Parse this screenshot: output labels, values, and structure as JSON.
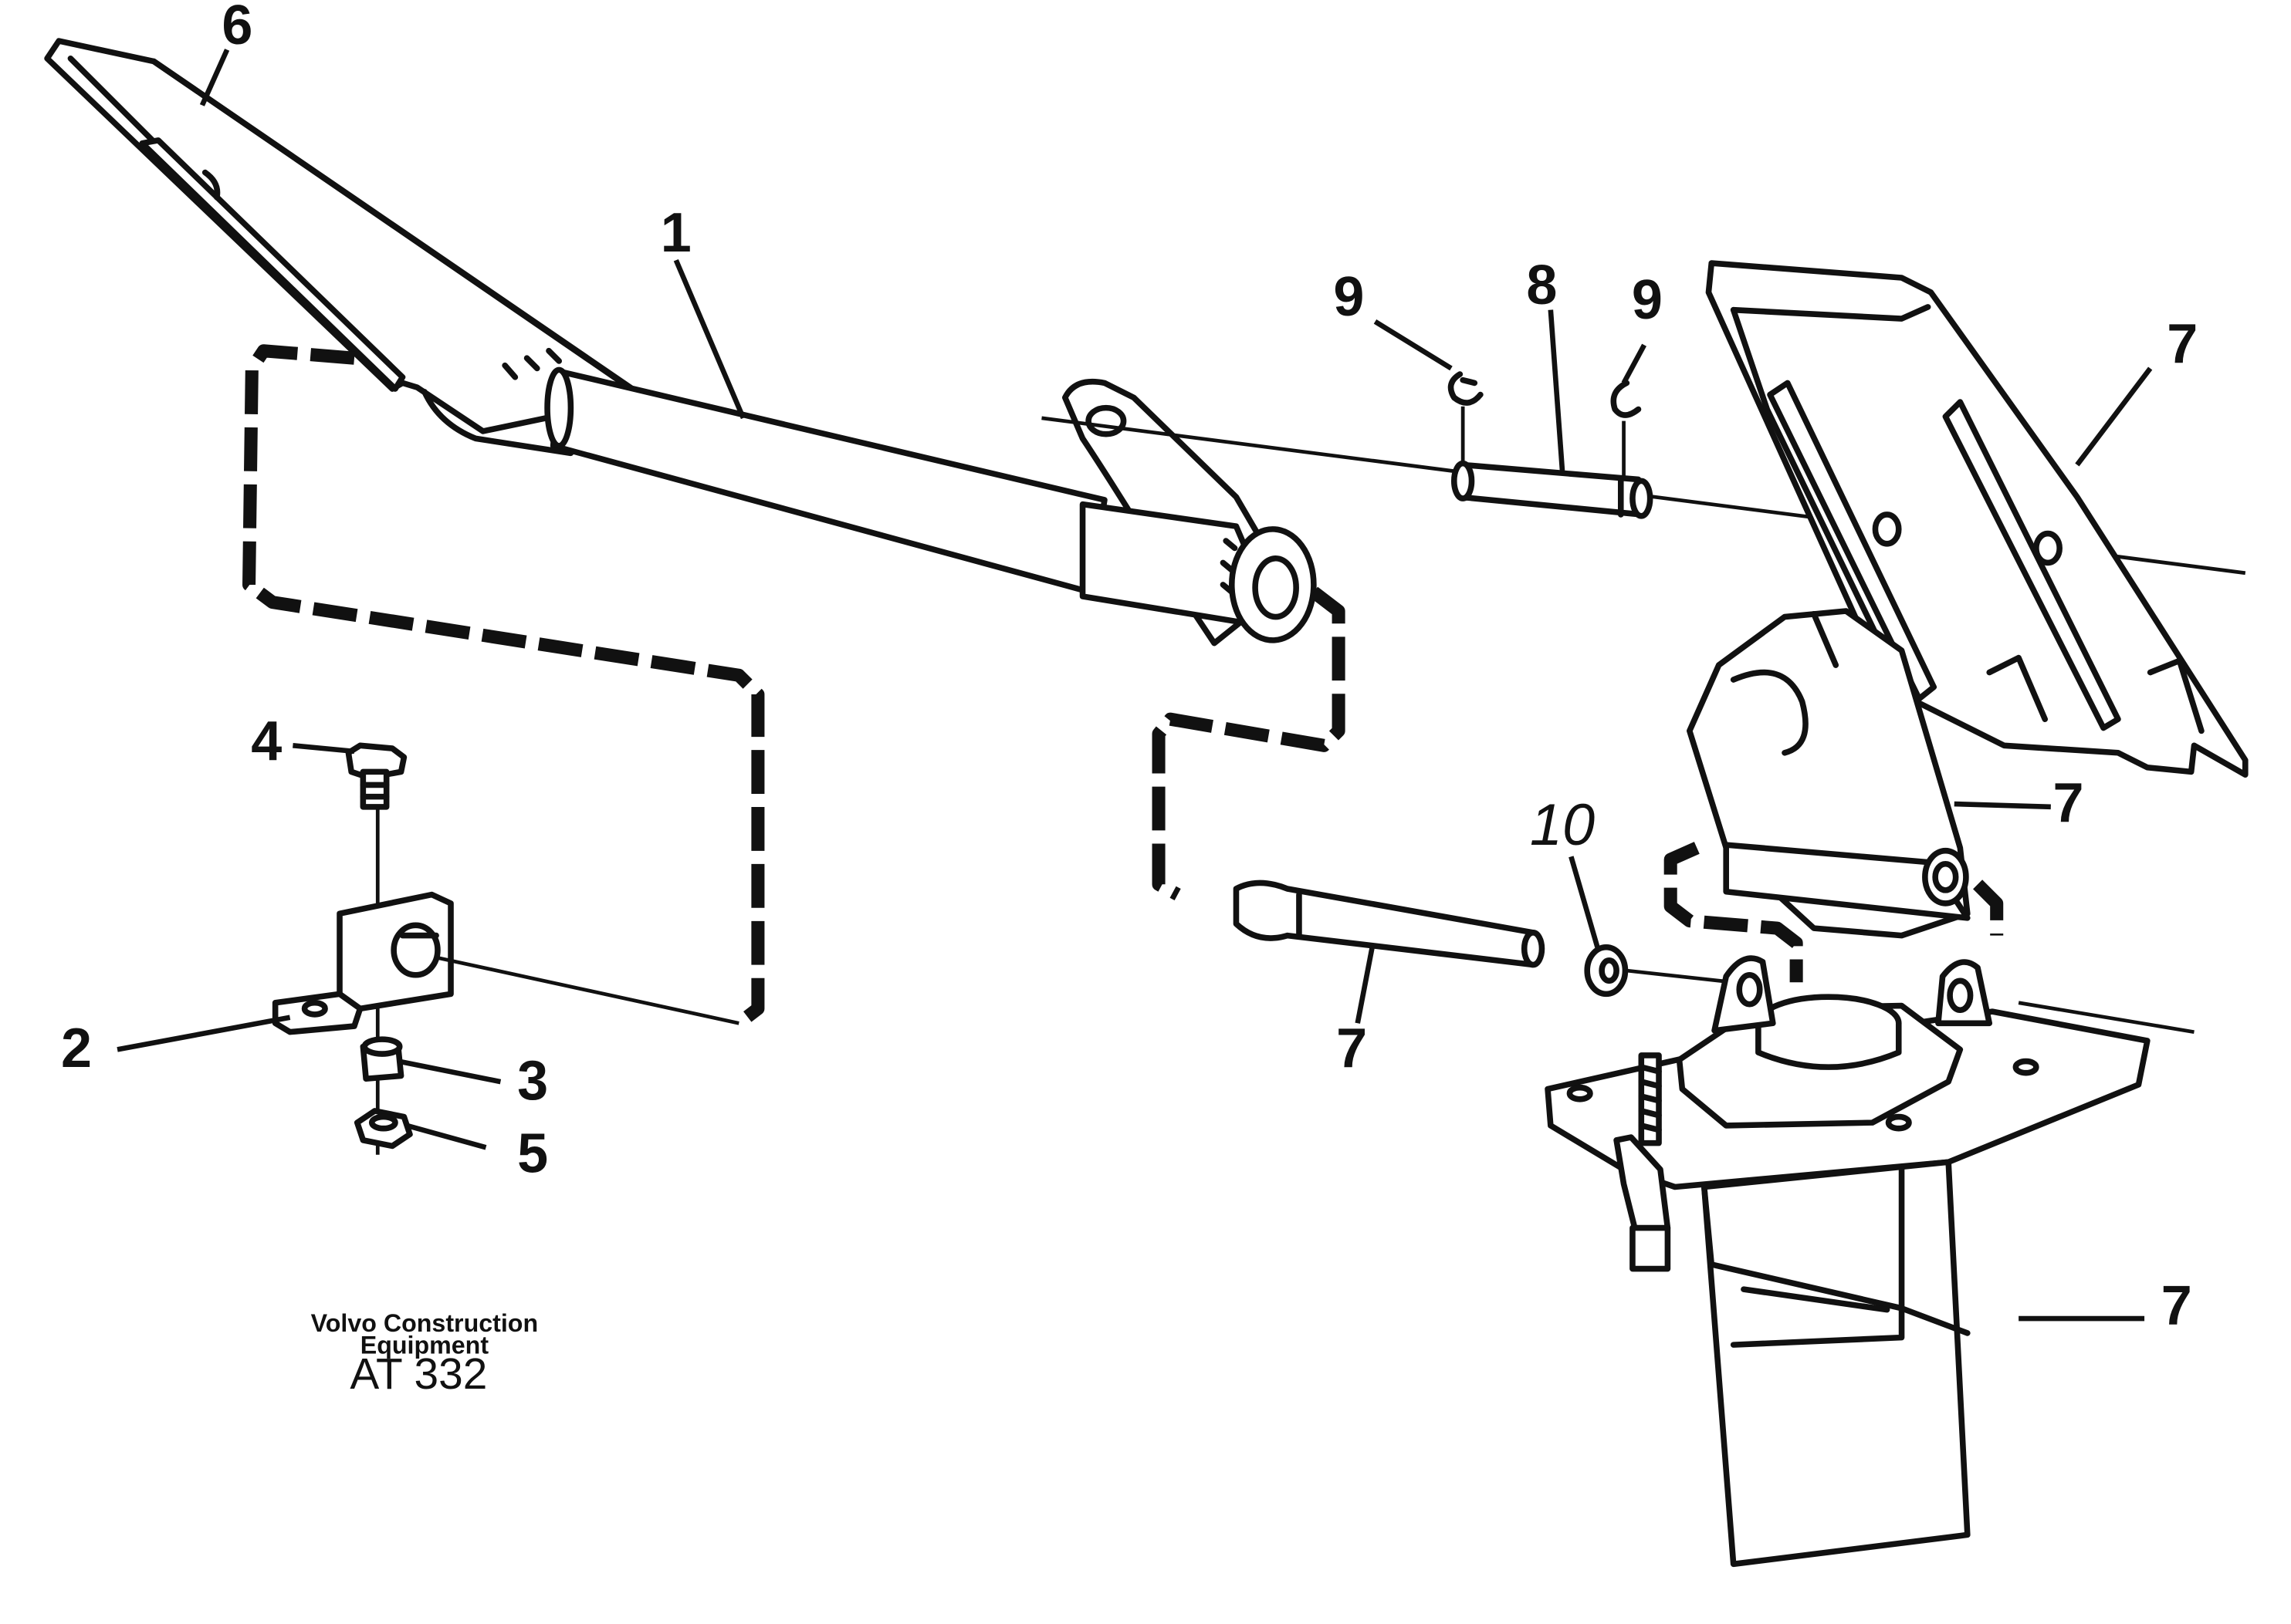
{
  "callouts": {
    "c1": "1",
    "c2": "2",
    "c3": "3",
    "c4": "4",
    "c5": "5",
    "c6": "6",
    "c7a": "7",
    "c7b": "7",
    "c7c": "7",
    "c7d": "7",
    "c8": "8",
    "c9a": "9",
    "c9b": "9",
    "c10": "10"
  },
  "caption": {
    "line1": "Volvo Construction",
    "line2": "Equipment",
    "reference": "AT 332"
  }
}
